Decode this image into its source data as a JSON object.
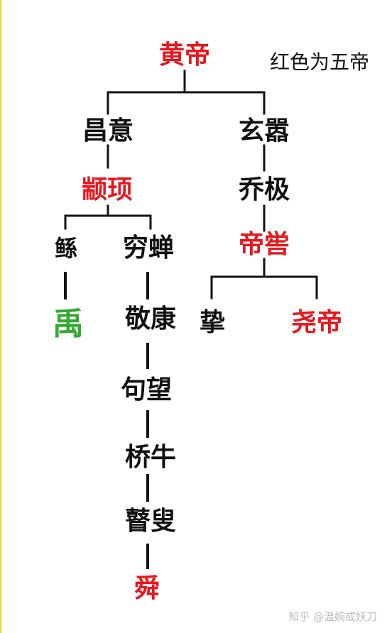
{
  "legend": "红色为五帝",
  "watermark": "知乎 @温婉或妖刀",
  "nodes": {
    "huangdi": {
      "label": "黄帝",
      "color": "#e8161c"
    },
    "changyi": {
      "label": "昌意",
      "color": "#111111"
    },
    "xuanxiao": {
      "label": "玄嚣",
      "color": "#111111"
    },
    "zhuanxu": {
      "label": "颛顼",
      "color": "#e8161c"
    },
    "qiaoji": {
      "label": "乔极",
      "color": "#111111"
    },
    "gun": {
      "label": "鲧",
      "color": "#111111"
    },
    "qiongchan": {
      "label": "穷蝉",
      "color": "#111111"
    },
    "diku": {
      "label": "帝喾",
      "color": "#e8161c"
    },
    "zhi": {
      "label": "挚",
      "color": "#111111"
    },
    "yao": {
      "label": "尧帝",
      "color": "#e8161c"
    },
    "yu": {
      "label": "禹",
      "color": "#36a835"
    },
    "jingkang": {
      "label": "敬康",
      "color": "#111111"
    },
    "juwang": {
      "label": "句望",
      "color": "#111111"
    },
    "qiaoniu": {
      "label": "桥牛",
      "color": "#111111"
    },
    "gusou": {
      "label": "瞽叟",
      "color": "#111111"
    },
    "shun": {
      "label": "舜",
      "color": "#e8161c"
    }
  }
}
